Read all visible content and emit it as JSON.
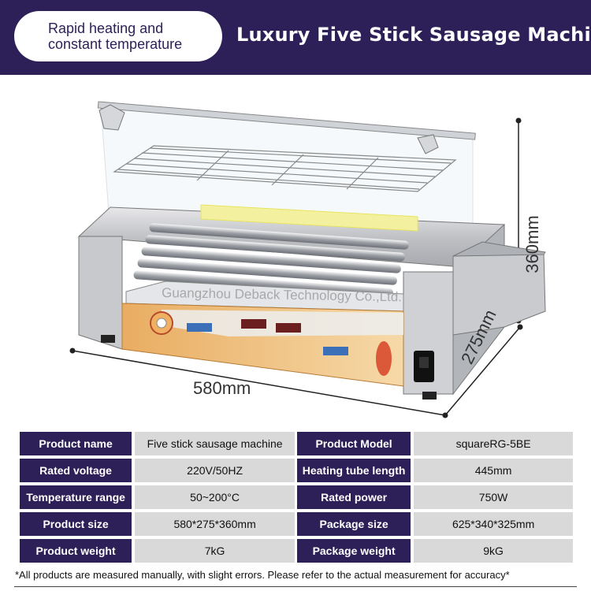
{
  "banner": {
    "tagline_line1": "Rapid heating and",
    "tagline_line2": "constant temperature",
    "title": "Luxury Five Stick Sausage Machine"
  },
  "image": {
    "watermark": "Guangzhou Deback Technology Co.,Ltd.",
    "dims": {
      "height": "360mm",
      "width": "580mm",
      "depth": "275mm"
    }
  },
  "specs": [
    {
      "label1": "Product name",
      "value1": "Five stick sausage machine",
      "label2": "Product Model",
      "value2": "squareRG-5BE"
    },
    {
      "label1": "Rated voltage",
      "value1": "220V/50HZ",
      "label2": "Heating tube length",
      "value2": "445mm"
    },
    {
      "label1": "Temperature range",
      "value1": "50~200°C",
      "label2": "Rated power",
      "value2": "750W"
    },
    {
      "label1": "Product size",
      "value1": "580*275*360mm",
      "label2": "Package size",
      "value2": "625*340*325mm"
    },
    {
      "label1": "Product weight",
      "value1": "7kG",
      "label2": "Package weight",
      "value2": "9kG"
    }
  ],
  "footer": "*All products are measured manually, with slight errors. Please refer to the actual measurement for accuracy*",
  "colors": {
    "banner": "#2d1f57",
    "value_cell": "#d9d9d9"
  }
}
